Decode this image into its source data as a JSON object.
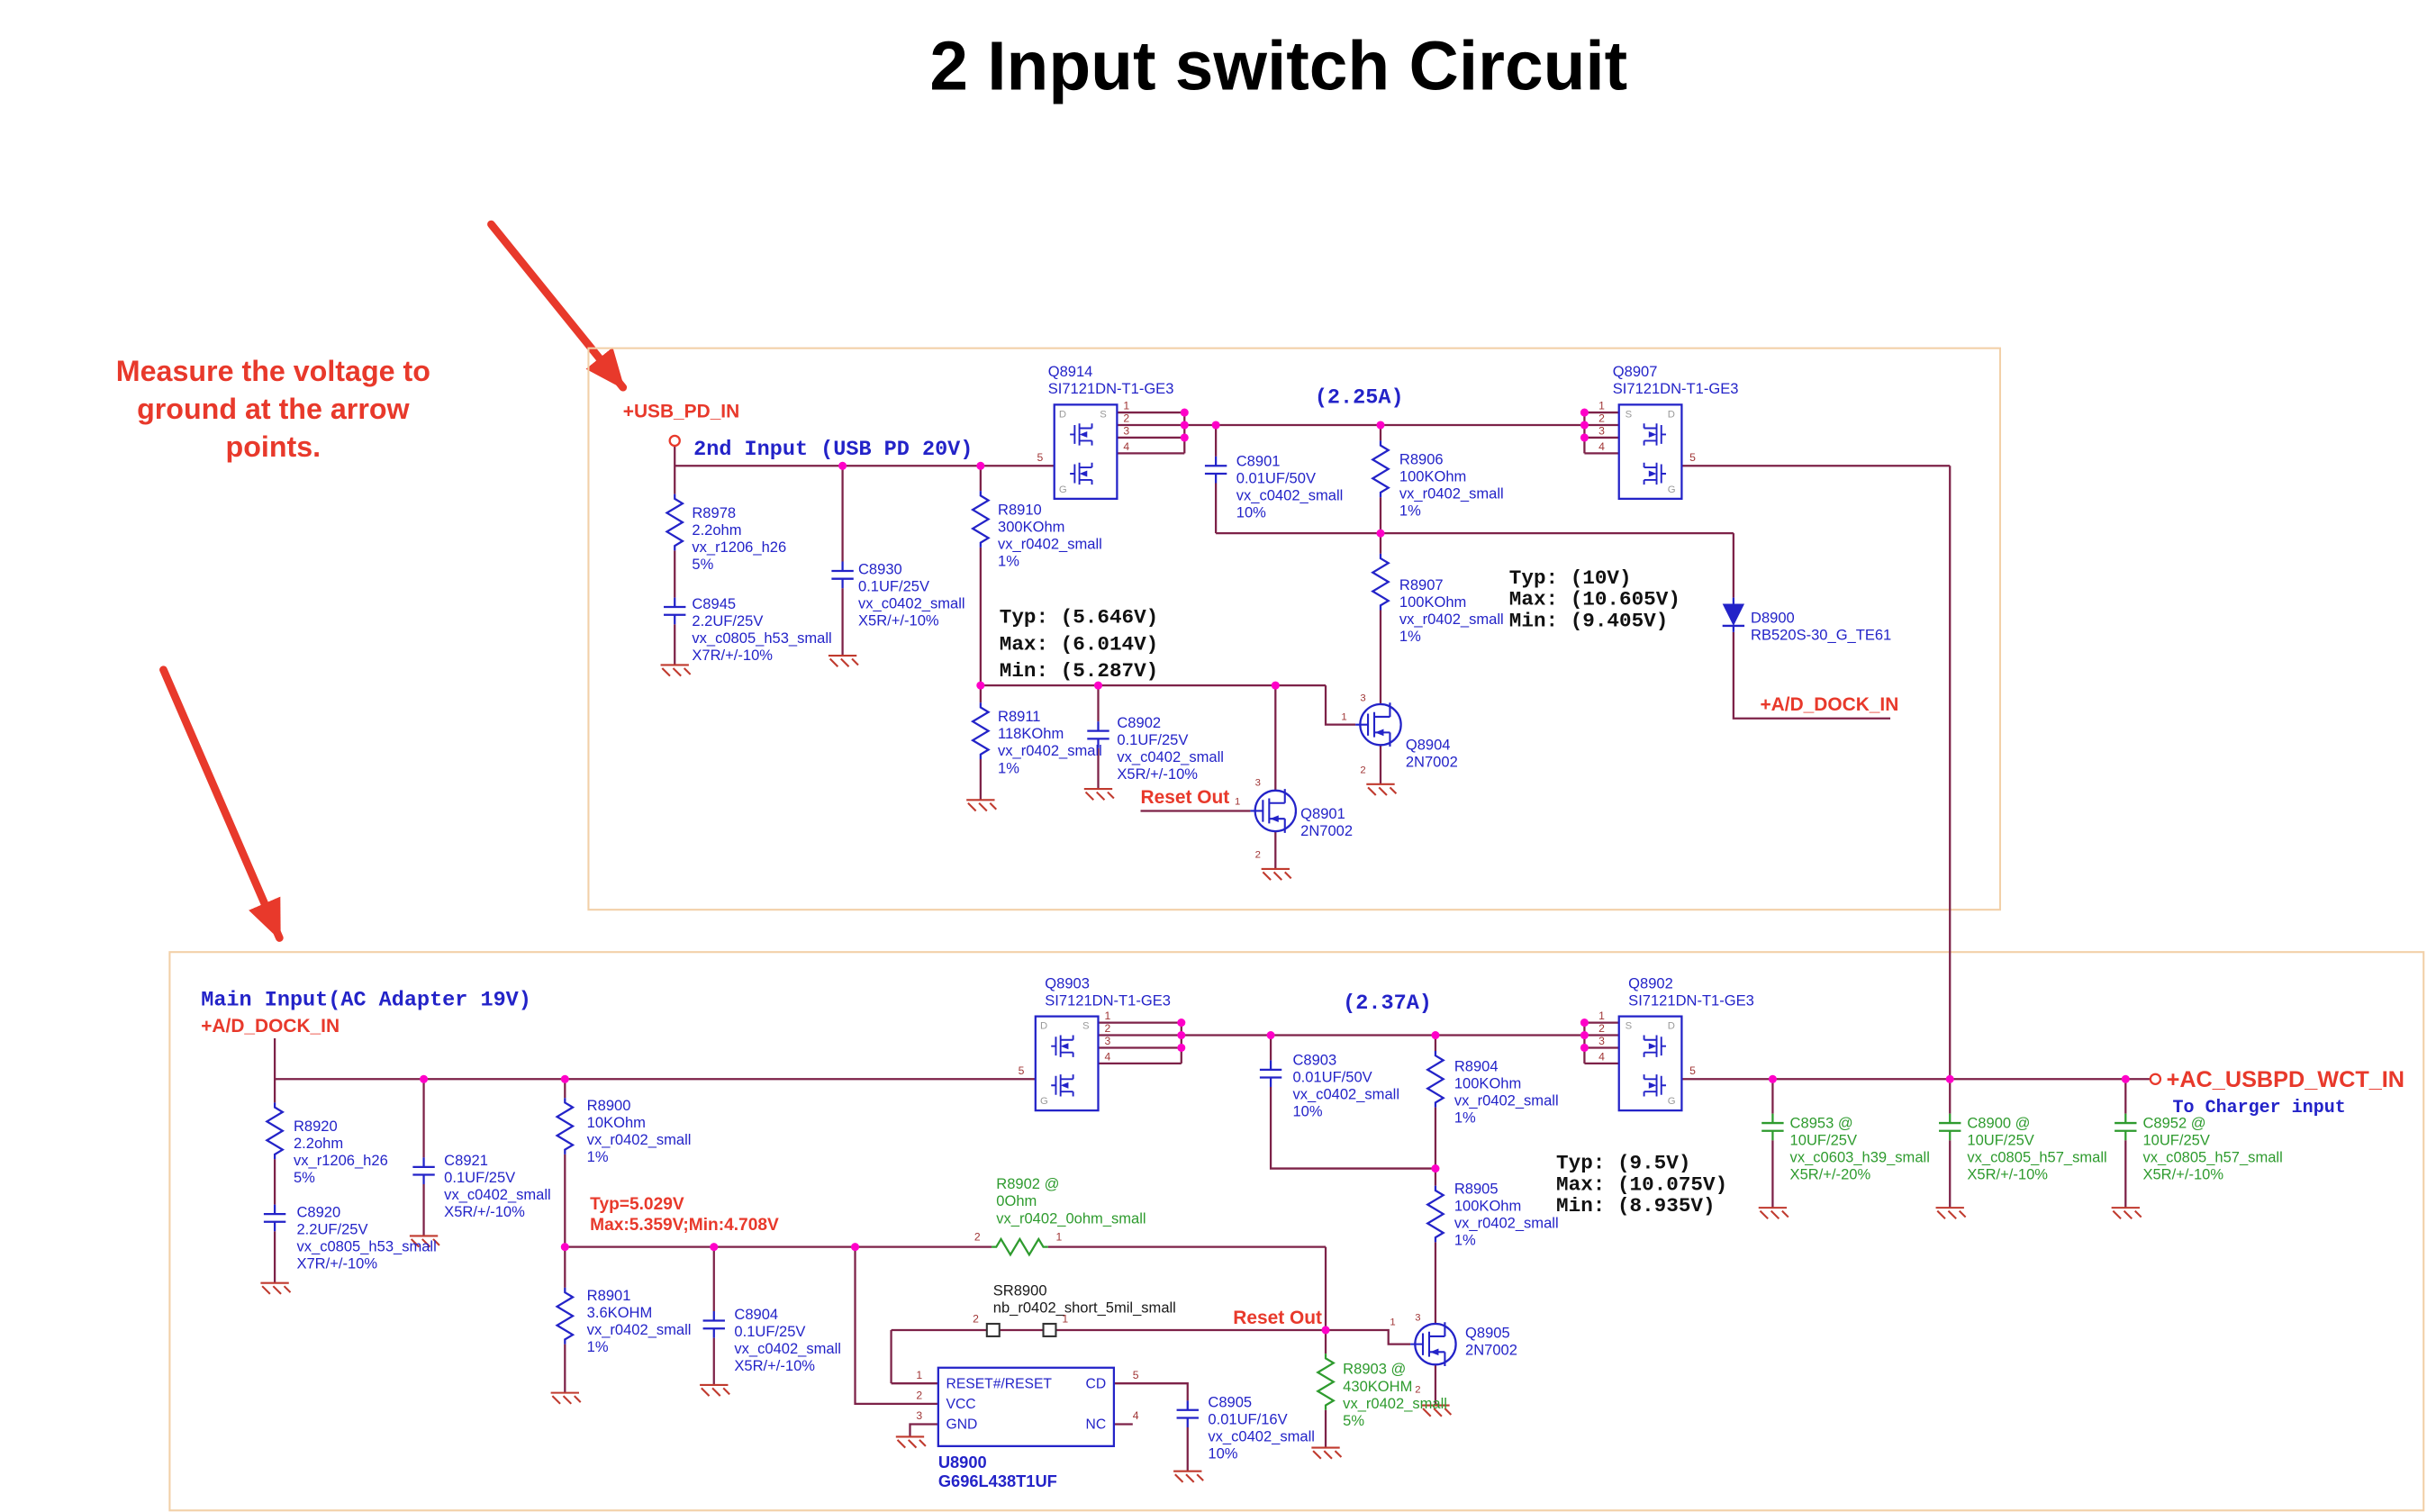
{
  "title": "2 Input switch Circuit",
  "annotation": {
    "lines": [
      "Measure the voltage to",
      "ground at the arrow",
      "points."
    ]
  },
  "pins": {
    "n1": "1",
    "n2": "2",
    "n3": "3",
    "n4": "4",
    "n5": "5"
  },
  "fet_letters": {
    "d": "D",
    "g": "G",
    "s": "S"
  },
  "top": {
    "net_input": "+USB_PD_IN",
    "heading": "2nd Input (USB PD 20V)",
    "current": "(2.25A)",
    "q8914": [
      "Q8914",
      "SI7121DN-T1-GE3"
    ],
    "q8907": [
      "Q8907",
      "SI7121DN-T1-GE3"
    ],
    "r8978": [
      "R8978",
      "2.2ohm",
      "vx_r1206_h26",
      "5%"
    ],
    "c8945": [
      "C8945",
      "2.2UF/25V",
      "vx_c0805_h53_small",
      "X7R/+/-10%"
    ],
    "c8930": [
      "C8930",
      "0.1UF/25V",
      "vx_c0402_small",
      "X5R/+/-10%"
    ],
    "r8910": [
      "R8910",
      "300KOhm",
      "vx_r0402_small",
      "1%"
    ],
    "c8901": [
      "C8901",
      "0.01UF/50V",
      "vx_c0402_small",
      "10%"
    ],
    "r8906": [
      "R8906",
      "100KOhm",
      "vx_r0402_small",
      "1%"
    ],
    "r8907": [
      "R8907",
      "100KOhm",
      "vx_r0402_small",
      "1%"
    ],
    "r8911": [
      "R8911",
      "118KOhm",
      "vx_r0402_small",
      "1%"
    ],
    "c8902": [
      "C8902",
      "0.1UF/25V",
      "vx_c0402_small",
      "X5R/+/-10%"
    ],
    "q8901": [
      "Q8901",
      "2N7002"
    ],
    "q8904": [
      "Q8904",
      "2N7002"
    ],
    "d8900": [
      "D8900",
      "RB520S-30_G_TE61"
    ],
    "meas_gate": [
      "Typ: (5.646V)",
      "Max: (6.014V)",
      "Min: (5.287V)"
    ],
    "meas_divider": [
      "Typ: (10V)",
      "Max: (10.605V)",
      "Min: (9.405V)"
    ],
    "reset_out": "Reset Out",
    "net_dock": "+A/D_DOCK_IN"
  },
  "bottom": {
    "heading": "Main Input(AC Adapter 19V)",
    "net_input": "+A/D_DOCK_IN",
    "current": "(2.37A)",
    "q8903": [
      "Q8903",
      "SI7121DN-T1-GE3"
    ],
    "q8902": [
      "Q8902",
      "SI7121DN-T1-GE3"
    ],
    "r8920": [
      "R8920",
      "2.2ohm",
      "vx_r1206_h26",
      "5%"
    ],
    "c8920": [
      "C8920",
      "2.2UF/25V",
      "vx_c0805_h53_small",
      "X7R/+/-10%"
    ],
    "c8921": [
      "C8921",
      "0.1UF/25V",
      "vx_c0402_small",
      "X5R/+/-10%"
    ],
    "r8900": [
      "R8900",
      "10KOhm",
      "vx_r0402_small",
      "1%"
    ],
    "meas_node_red": [
      "Typ=5.029V",
      "Max:5.359V;Min:4.708V"
    ],
    "c8903": [
      "C8903",
      "0.01UF/50V",
      "vx_c0402_small",
      "10%"
    ],
    "r8904": [
      "R8904",
      "100KOhm",
      "vx_r0402_small",
      "1%"
    ],
    "r8905": [
      "R8905",
      "100KOhm",
      "vx_r0402_small",
      "1%"
    ],
    "meas_divider": [
      "Typ: (9.5V)",
      "Max: (10.075V)",
      "Min: (8.935V)"
    ],
    "r8901": [
      "R8901",
      "3.6KOHM",
      "vx_r0402_small",
      "1%"
    ],
    "c8904": [
      "C8904",
      "0.1UF/25V",
      "vx_c0402_small",
      "X5R/+/-10%"
    ],
    "r8902": [
      "R8902 @",
      "0Ohm",
      "vx_r0402_0ohm_small"
    ],
    "sr8900": [
      "SR8900",
      "nb_r0402_short_5mil_small"
    ],
    "u8900": {
      "pin_names_left": [
        "RESET#/RESET",
        "VCC",
        "GND"
      ],
      "pin_names_right": [
        "CD",
        "NC"
      ],
      "ref": "U8900",
      "part": "G696L438T1UF"
    },
    "c8905": [
      "C8905",
      "0.01UF/16V",
      "vx_c0402_small",
      "10%"
    ],
    "q8905": [
      "Q8905",
      "2N7002"
    ],
    "r8903": [
      "R8903 @",
      "430KOHM",
      "vx_r0402_small",
      "5%"
    ],
    "c8953": [
      "C8953 @",
      "10UF/25V",
      "vx_c0603_h39_small",
      "X5R/+/-20%"
    ],
    "c8900": [
      "C8900 @",
      "10UF/25V",
      "vx_c0805_h57_small",
      "X5R/+/-10%"
    ],
    "c8952": [
      "C8952 @",
      "10UF/25V",
      "vx_c0805_h57_small",
      "X5R/+/-10%"
    ],
    "reset_out": "Reset Out",
    "net_output": "+AC_USBPD_WCT_IN",
    "output_note": "To Charger input"
  },
  "colors": {
    "wire": "#7d2248",
    "symbol_blue": "#2323c8",
    "alt_green": "#2e9b2e",
    "annotation_red": "#e8392b",
    "junction_magenta": "#ff00c8",
    "ground_red": "#c03a2e",
    "block_border": "#f2d0a8"
  }
}
